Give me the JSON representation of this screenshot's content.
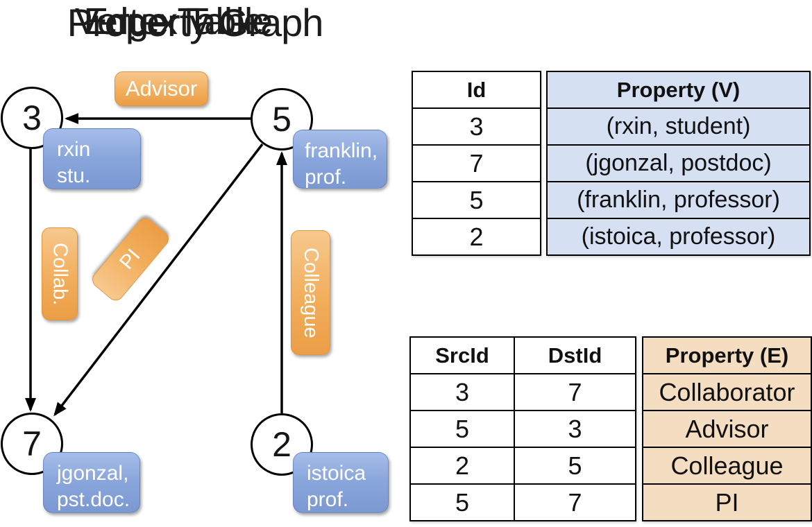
{
  "graph": {
    "title": "Property Graph",
    "nodes": [
      {
        "id": "3",
        "property_lines": [
          "rxin",
          "stu."
        ]
      },
      {
        "id": "5",
        "property_lines": [
          "franklin,",
          "prof."
        ]
      },
      {
        "id": "7",
        "property_lines": [
          "jgonzal,",
          "pst.doc."
        ]
      },
      {
        "id": "2",
        "property_lines": [
          "istoica",
          "prof."
        ]
      }
    ],
    "edges": [
      {
        "label": "Advisor",
        "from": "5",
        "to": "3"
      },
      {
        "label": "Collab.",
        "from": "3",
        "to": "7"
      },
      {
        "label": "PI",
        "from": "5",
        "to": "7"
      },
      {
        "label": "Colleague",
        "from": "2",
        "to": "5"
      }
    ]
  },
  "vertex_table": {
    "title": "Vertex Table",
    "columns": [
      "Id",
      "Property (V)"
    ],
    "rows": [
      [
        "3",
        "(rxin, student)"
      ],
      [
        "7",
        "(jgonzal, postdoc)"
      ],
      [
        "5",
        "(franklin, professor)"
      ],
      [
        "2",
        "(istoica, professor)"
      ]
    ]
  },
  "edge_table": {
    "title": "Edge Table",
    "columns": [
      "SrcId",
      "DstId",
      "Property (E)"
    ],
    "rows": [
      [
        "3",
        "7",
        "Collaborator"
      ],
      [
        "5",
        "3",
        "Advisor"
      ],
      [
        "2",
        "5",
        "Colleague"
      ],
      [
        "5",
        "7",
        "PI"
      ]
    ]
  },
  "colors": {
    "edge_label_orange": "#F2AE5C",
    "node_property_blue": "#8AA7DC",
    "vertex_property_cell": "#D5E0F3",
    "edge_property_cell": "#F4DDC1",
    "table_border": "#000000",
    "label_text": "#FFFFFF",
    "line_black": "#000000"
  }
}
